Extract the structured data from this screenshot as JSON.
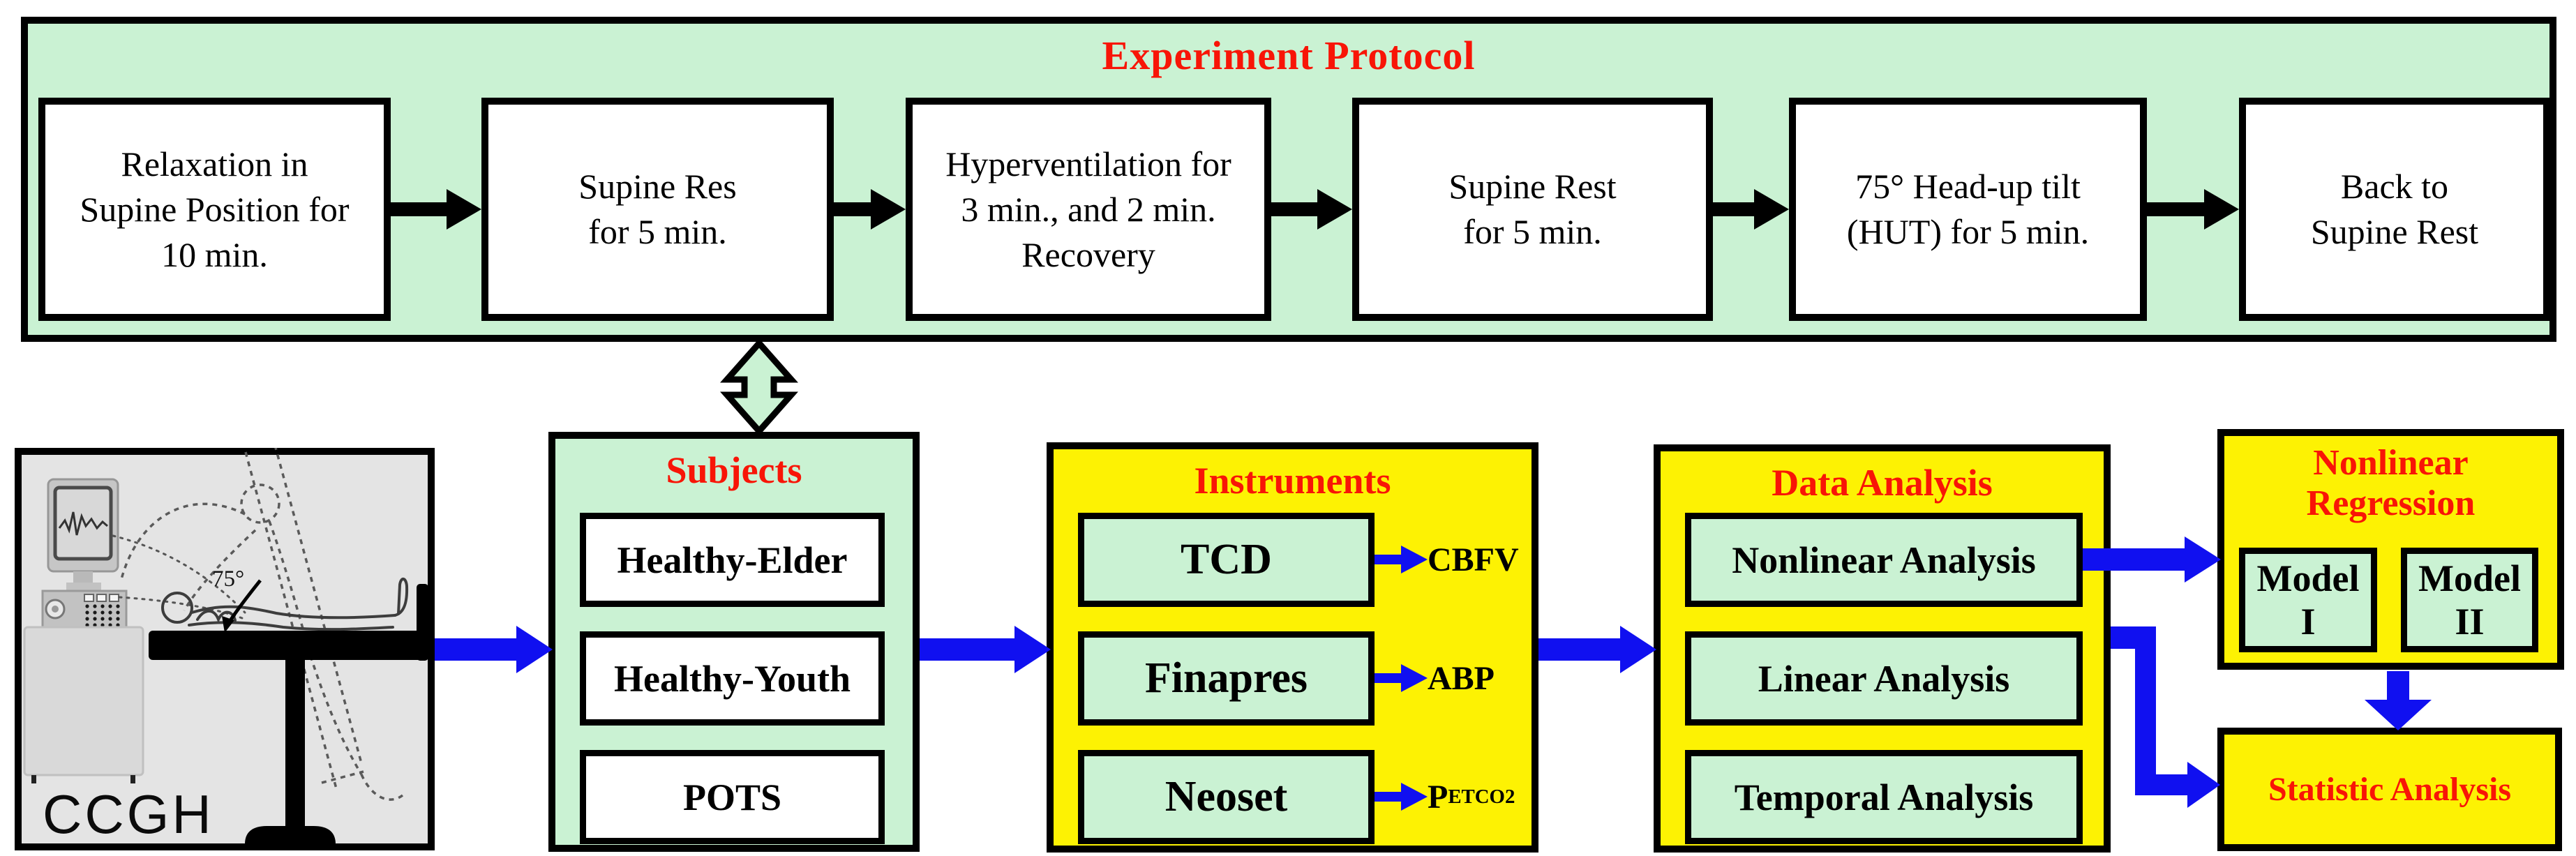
{
  "colors": {
    "green": "#CAF2D3",
    "yellow": "#FDF203",
    "red": "#F81507",
    "blue": "#1010F0",
    "gray": "#E4E4E4"
  },
  "protocol": {
    "title": "Experiment Protocol",
    "steps": [
      "Relaxation in\nSupine Position for\n10 min.",
      "Supine Res\nfor 5 min.",
      "Hyperventilation for\n3 min., and 2 min.\nRecovery",
      "Supine Rest\nfor 5 min.",
      "75° Head-up tilt\n(HUT) for 5 min.",
      "Back to\nSupine Rest"
    ]
  },
  "lab": {
    "caption": "CCGH",
    "tilt_angle": "75°"
  },
  "subjects": {
    "title": "Subjects",
    "groups": [
      "Healthy-Elder",
      "Healthy-Youth",
      "POTS"
    ]
  },
  "instruments": {
    "title": "Instruments",
    "devices": [
      "TCD",
      "Finapres",
      "Neoset"
    ],
    "signals": [
      "CBFV",
      "ABP"
    ],
    "petco2": {
      "base": "P",
      "sub": "ETCO",
      "subsub": "2"
    }
  },
  "data_analysis": {
    "title": "Data Analysis",
    "methods": [
      "Nonlinear Analysis",
      "Linear Analysis",
      "Temporal Analysis"
    ]
  },
  "nonlinear_regression": {
    "title": "Nonlinear\nRegression",
    "models": [
      "Model\nI",
      "Model\nII"
    ]
  },
  "statistic_analysis": {
    "label": "Statistic Analysis"
  }
}
